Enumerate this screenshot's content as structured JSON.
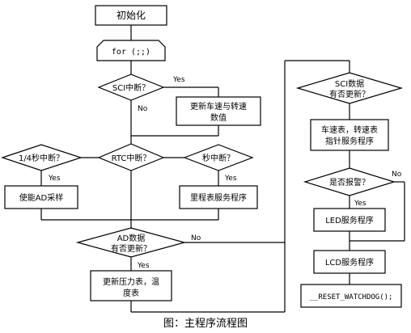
{
  "nodes": {
    "init": "初始化",
    "for_loop": "for (;;)",
    "sci_interrupt": "SCI中断？",
    "update_speed": [
      "更新车速与转速",
      "数值"
    ],
    "rtc_interrupt": "RTC中断？",
    "quarter_sec": "1/4秒中断？",
    "enable_ad": "使能AD采样",
    "sec_interrupt": "秒中断？",
    "odometer": "里程表服务程序",
    "ad_updated": [
      "AD数据",
      "有否更新？"
    ],
    "update_pressure": [
      "更新压力表，温",
      "度表"
    ],
    "sci_updated": [
      "SCI数据",
      "有否更新？"
    ],
    "gauge_service": [
      "车速表，转速表",
      "指针服务程序"
    ],
    "alarm_check": "是否报警？",
    "led_service": "LED服务程序",
    "lcd_service": "LCD服务程序",
    "watchdog": "__RESET_WATCHDOG();"
  },
  "labels": {
    "yes": "Yes",
    "no": "No"
  },
  "caption": "图：主程序流程图"
}
